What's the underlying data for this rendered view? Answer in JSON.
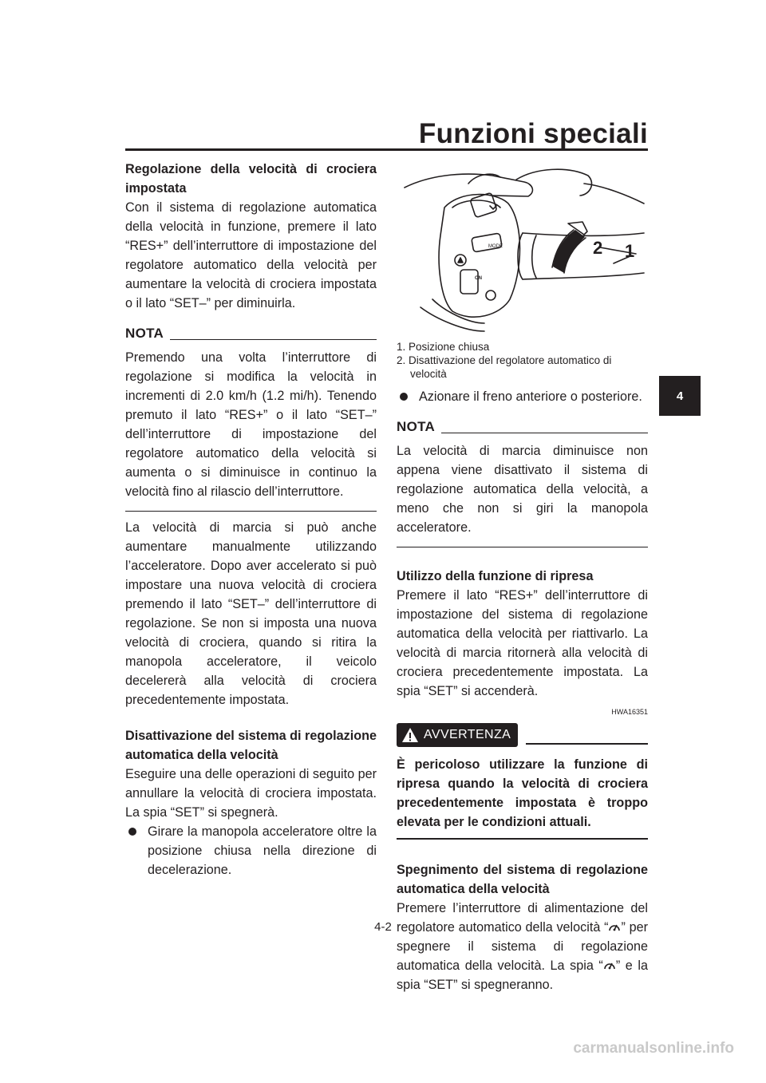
{
  "header": {
    "title": "Funzioni speciali"
  },
  "chapter_tab": "4",
  "left": {
    "s1_heading": "Regolazione della velocità di crociera impostata",
    "s1_body": "Con il sistema di regolazione automatica della velocità in funzione, premere il lato “RES+” dell’interruttore di impostazione del regolatore automatico della velocità per aumentare la velocità di crociera impostata o il lato “SET–” per diminuirla.",
    "note1_label": "NOTA",
    "note1_body": "Premendo una volta l’interruttore di regolazione si modifica la velocità in incrementi di 2.0 km/h (1.2 mi/h). Tenendo premuto il lato “RES+” o il lato “SET–” dell’interruttore di impostazione del regolatore automatico della velocità si aumenta o si diminuisce in continuo la velocità fino al rilascio dell’interruttore.",
    "s1_body2": "La velocità di marcia si può anche aumentare manualmente utilizzando l’acceleratore. Dopo aver accelerato si può impostare una nuova velocità di crociera premendo il lato “SET–” dell’interruttore di regolazione. Se non si imposta una nuova velocità di crociera, quando si ritira la manopola acceleratore, il veicolo decelererà alla velocità di crociera precedentemente impostata.",
    "s2_heading": "Disattivazione del sistema di regolazione automatica della velocità",
    "s2_body": "Eseguire una delle operazioni di seguito per annullare la velocità di crociera impostata. La spia “SET” si spegnerà.",
    "s2_bullet1": "Girare la manopola acceleratore oltre la posizione chiusa nella direzione di decelerazione."
  },
  "figure": {
    "callout_1": "1",
    "callout_2": "2",
    "switch_labels": {
      "mode": "MODE",
      "on": "ON"
    },
    "captions": [
      "1. Posizione chiusa",
      "2. Disattivazione del regolatore automatico di velocità"
    ]
  },
  "right": {
    "s2_bullet2": "Azionare il freno anteriore o posteriore.",
    "note2_label": "NOTA",
    "note2_body": "La velocità di marcia diminuisce non appena viene disattivato il sistema di regolazione automatica della velocità, a meno che non si giri la manopola acceleratore.",
    "s3_heading": "Utilizzo della funzione di ripresa",
    "s3_body": "Premere il lato “RES+” dell’interruttore di impostazione del sistema di regolazione automatica della velocità per riattivarlo. La velocità di marcia ritornerà alla velocità di crociera precedentemente impostata. La spia “SET” si accenderà.",
    "warning_code": "HWA16351",
    "warning_label": "AVVERTENZA",
    "warning_body": "È pericoloso utilizzare la funzione di ripresa quando la velocità di crociera precedentemente impostata è troppo elevata per le condizioni attuali.",
    "s4_heading": "Spegnimento del sistema di regolazione automatica della velocità",
    "s4_body_a": "Premere l’interruttore di alimentazione del regolatore automatico della velocità “",
    "s4_body_b": "” per spegnere il sistema di regolazione automatica della velocità. La spia “",
    "s4_body_c": "” e la spia “SET” si spegneranno."
  },
  "footer": {
    "page_number": "4-2",
    "watermark": "carmanualsonline.info"
  }
}
